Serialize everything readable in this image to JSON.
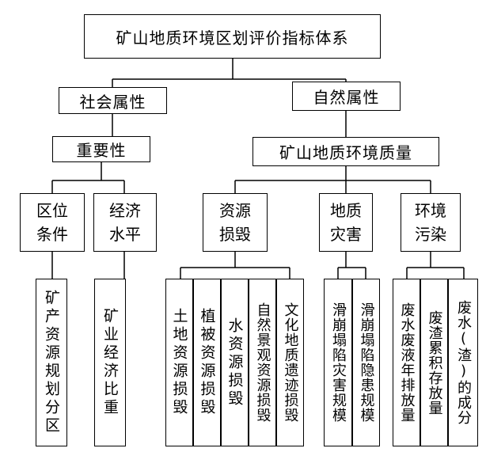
{
  "root": "矿山地质环境区划评价指标体系",
  "social": {
    "label": "社会属性",
    "importance": "重要性",
    "location": "区位\n条件",
    "economy": "经济\n水平",
    "leaf_location": "矿产资源规划分区",
    "leaf_economy": "矿业经济比重"
  },
  "natural": {
    "label": "自然属性",
    "quality": "矿山地质环境质量",
    "resource": "资源\n损毁",
    "hazard": "地质\n灾害",
    "pollution": "环境\n污染",
    "resource_leaves": [
      "土地资源损毁",
      "植被资源损毁",
      "水资源损毁",
      "自然景观资源损毁",
      "文化地质遗迹损毁"
    ],
    "hazard_leaves": [
      "滑崩塌陷灾害规模",
      "滑崩塌陷隐患规模"
    ],
    "pollution_leaves": [
      "废水废液年排放量",
      "废渣累积存放量",
      "废水(渣)的成分"
    ]
  }
}
